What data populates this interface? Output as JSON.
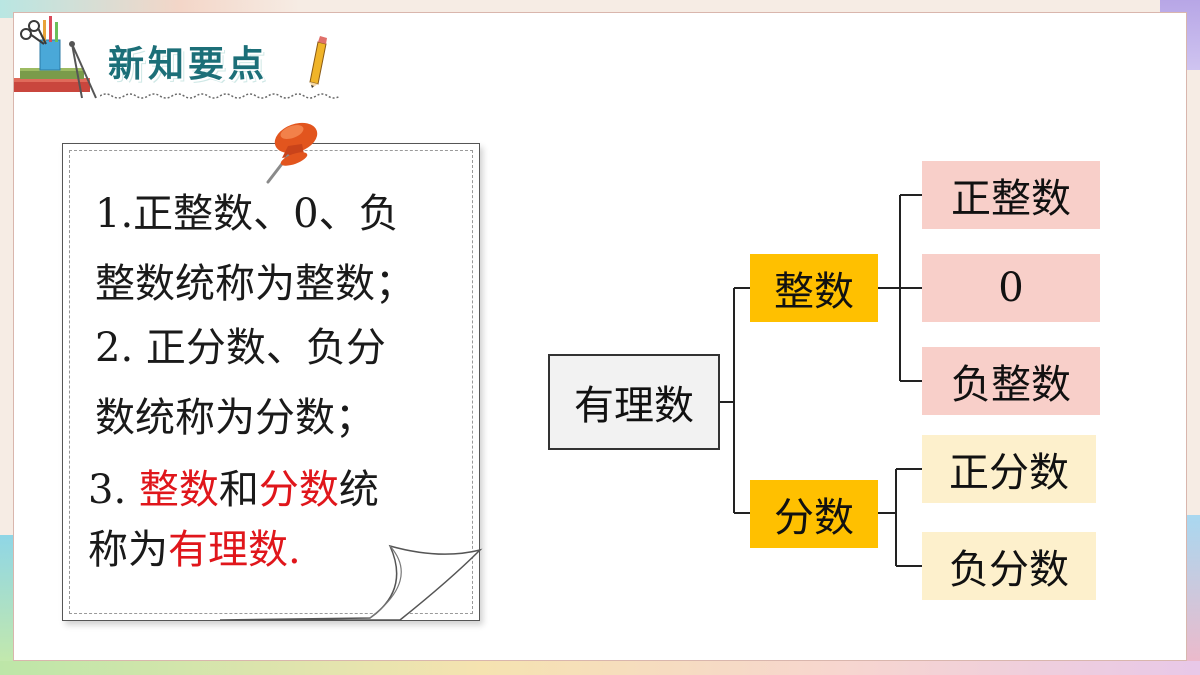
{
  "header": {
    "title": "新知要点"
  },
  "note": {
    "line1": "1.正整数、0、负",
    "line2": "整数统称为整数；",
    "line3": "2. 正分数、负分",
    "line4": "数统称为分数；",
    "line5": {
      "prefix": "3. ",
      "red1": "整数",
      "mid": "和",
      "red2": "分数",
      "suffix": "统"
    },
    "line6": {
      "prefix": "称为",
      "red": "有理数",
      "suffix": "."
    }
  },
  "tree": {
    "root": "有理数",
    "integer": {
      "label": "整数",
      "children": [
        "正整数",
        "0",
        "负整数"
      ]
    },
    "fraction": {
      "label": "分数",
      "children": [
        "正分数",
        "负分数"
      ]
    }
  },
  "colors": {
    "title": "#1c6f78",
    "highlight_red": "#e0161b",
    "mid_node": "#ffc000",
    "integer_child": "#f8cfc9",
    "fraction_child": "#fdf0cc"
  }
}
